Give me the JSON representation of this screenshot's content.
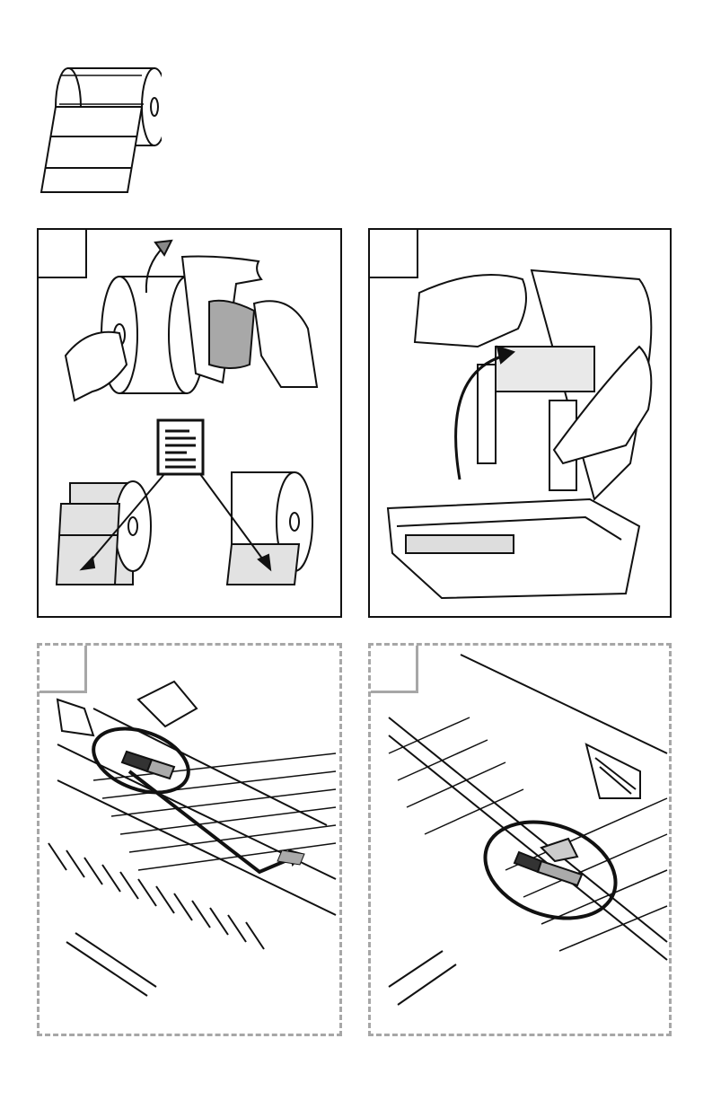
{
  "page": {
    "icons": {
      "label_roll": "label-roll-icon",
      "step1": "unwrap-roll-illustration",
      "step2": "open-printer-illustration",
      "step3": "move-sensor-illustration",
      "step4": "sensor-aligned-illustration",
      "document": "document-icon"
    },
    "colors": {
      "stroke": "#111111",
      "dashed_border": "#a7a7a7",
      "shade": "#bdbdbd",
      "light_shade": "#e2e2e2"
    }
  }
}
